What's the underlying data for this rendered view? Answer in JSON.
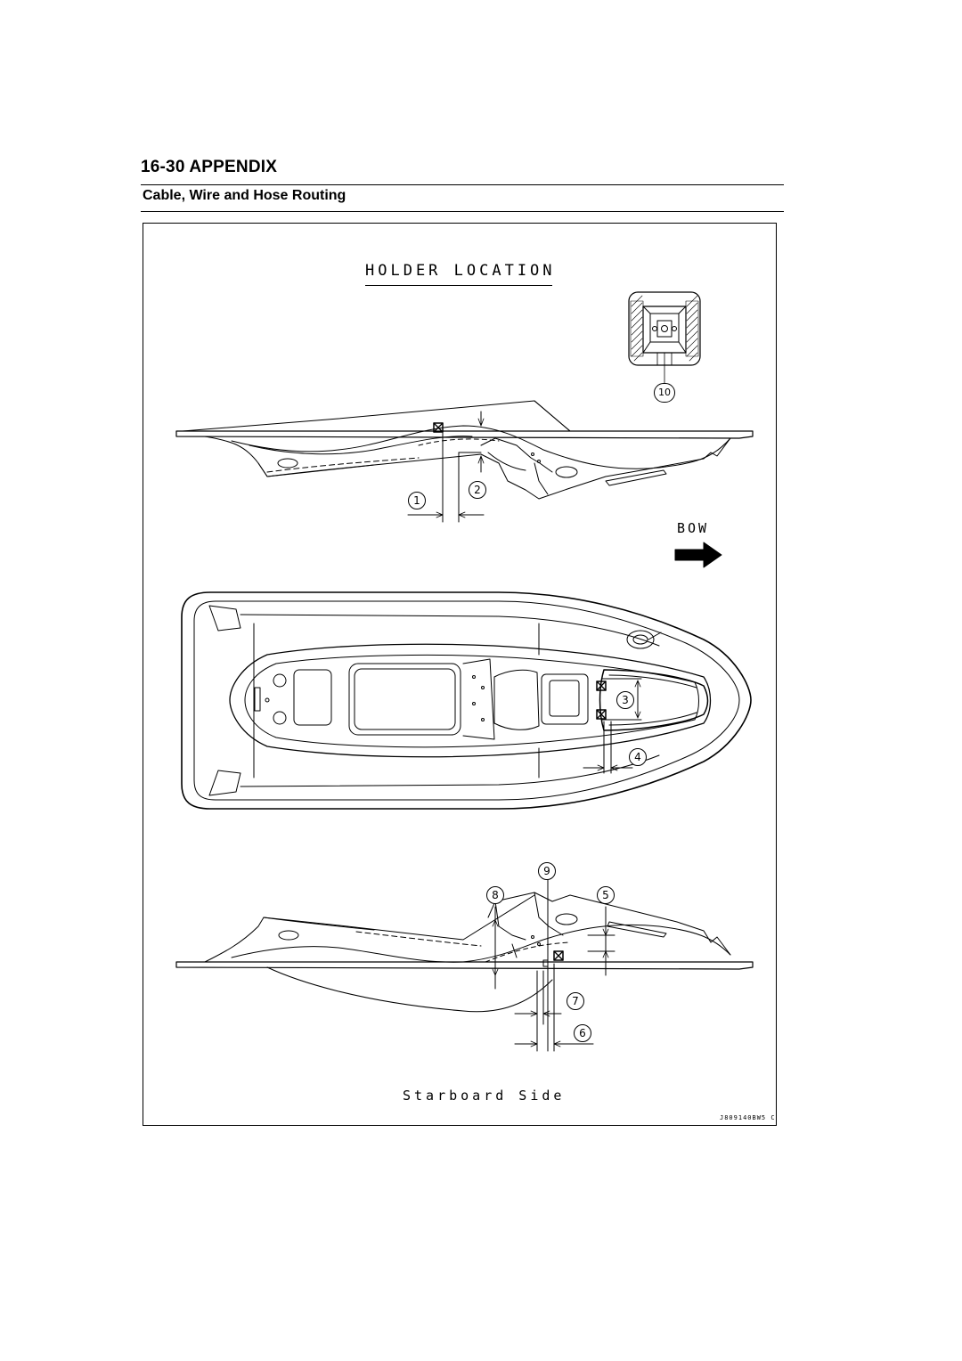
{
  "header": {
    "chapter_title": "16-30 APPENDIX",
    "section_title": "Cable, Wire and Hose Routing"
  },
  "figure": {
    "title": "HOLDER LOCATION",
    "direction_label": "BOW",
    "view_label": "Starboard Side",
    "figure_code": "J809140BW5 C",
    "callouts": {
      "c1": "1",
      "c2": "2",
      "c3": "3",
      "c4": "4",
      "c5": "5",
      "c6": "6",
      "c7": "7",
      "c8": "8",
      "c9": "9",
      "c10": "10"
    },
    "colors": {
      "line": "#000000",
      "background": "#ffffff"
    },
    "icons": {
      "direction": "right-arrow-icon",
      "holder": "holder-detail-icon"
    }
  }
}
